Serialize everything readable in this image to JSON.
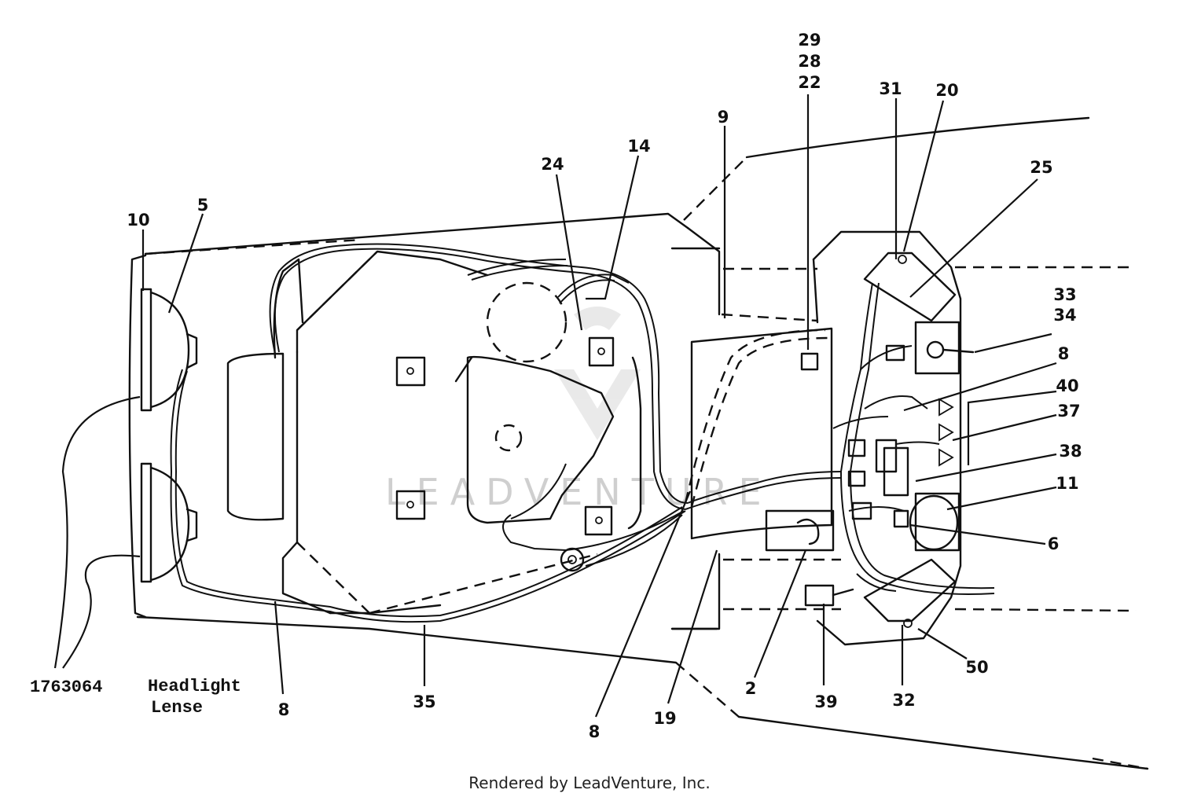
{
  "callouts": {
    "c29": "29",
    "c28": "28",
    "c22": "22",
    "c31": "31",
    "c20": "20",
    "c25": "25",
    "c9": "9",
    "c24": "24",
    "c14": "14",
    "c10": "10",
    "c5": "5",
    "c33": "33",
    "c34": "34",
    "c8_right": "8",
    "c40": "40",
    "c37": "37",
    "c38": "38",
    "c11": "11",
    "c6": "6",
    "c50": "50",
    "c32": "32",
    "c39": "39",
    "c2": "2",
    "c19": "19",
    "c8_center": "8",
    "c35": "35",
    "c8_bottom": "8"
  },
  "part_number": "1763064",
  "headlight_label": [
    "Headlight",
    "Lense"
  ],
  "credit": "Rendered by LeadVenture, Inc.",
  "watermark": "LEADVENTURE",
  "icons": [
    "leadventure-logo-icon"
  ]
}
